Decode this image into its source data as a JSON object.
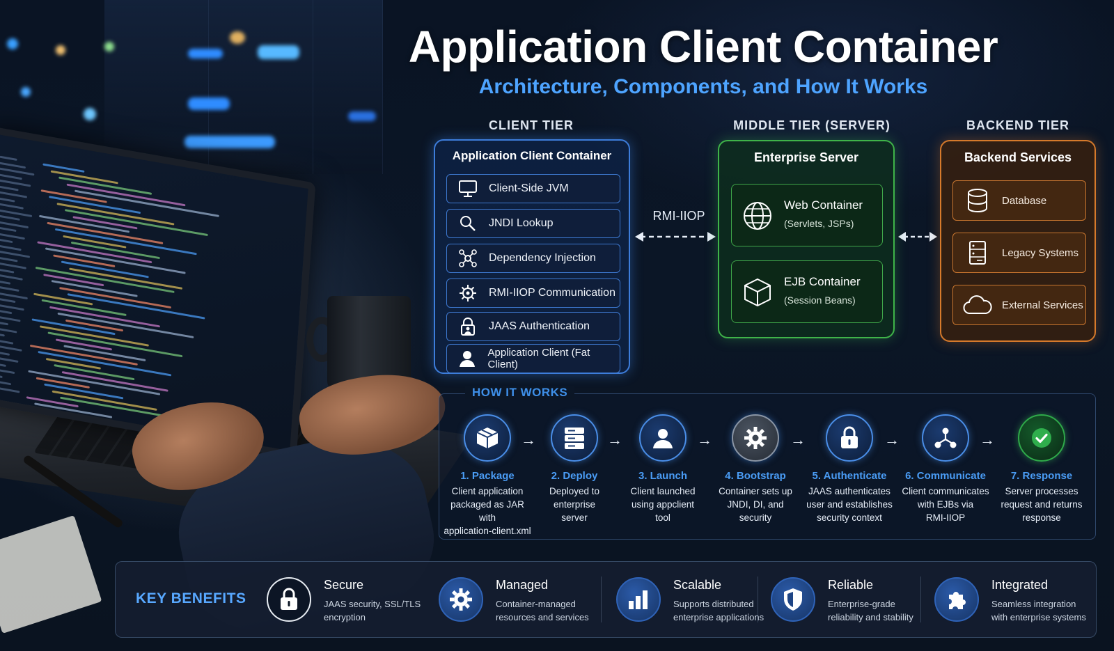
{
  "header": {
    "title": "Application Client Container",
    "subtitle": "Architecture, Components, and How It Works"
  },
  "client_tier": {
    "label": "CLIENT TIER",
    "panel_title": "Application Client Container",
    "items": [
      {
        "label": "Client-Side JVM",
        "icon": "monitor-icon"
      },
      {
        "label": "JNDI Lookup",
        "icon": "search-icon"
      },
      {
        "label": "Dependency Injection",
        "icon": "network-nodes-icon"
      },
      {
        "label": "RMI-IIOP Communication",
        "icon": "gear-network-icon"
      },
      {
        "label": "JAAS Authentication",
        "icon": "lock-user-icon"
      },
      {
        "label": "Application Client (Fat Client)",
        "icon": "user-icon"
      }
    ]
  },
  "connector": {
    "label": "RMI-IIOP"
  },
  "middle_tier": {
    "label": "MIDDLE TIER (SERVER)",
    "panel_title": "Enterprise Server",
    "items": [
      {
        "title": "Web Container",
        "detail": "(Servlets, JSPs)",
        "icon": "globe-icon"
      },
      {
        "title": "EJB Container",
        "detail": "(Session Beans)",
        "icon": "cube-icon"
      }
    ]
  },
  "backend_tier": {
    "label": "BACKEND TIER",
    "panel_title": "Backend Services",
    "items": [
      {
        "label": "Database",
        "icon": "database-icon"
      },
      {
        "label": "Legacy Systems",
        "icon": "server-icon"
      },
      {
        "label": "External Services",
        "icon": "cloud-icon"
      }
    ]
  },
  "how_it_works": {
    "title": "HOW IT WORKS",
    "steps": [
      {
        "title": "1. Package",
        "lines": [
          "Client application",
          "packaged as JAR",
          "with",
          "application-client.xml"
        ],
        "icon": "package-icon"
      },
      {
        "title": "2. Deploy",
        "lines": [
          "Deployed to",
          "enterprise",
          "server"
        ],
        "icon": "server-stack-icon"
      },
      {
        "title": "3. Launch",
        "lines": [
          "Client launched",
          "using appclient",
          "tool"
        ],
        "icon": "user-icon"
      },
      {
        "title": "4. Bootstrap",
        "lines": [
          "Container sets up",
          "JNDI, DI, and",
          "security"
        ],
        "icon": "gear-icon"
      },
      {
        "title": "5. Authenticate",
        "lines": [
          "JAAS authenticates",
          "user and establishes",
          "security context"
        ],
        "icon": "lock-icon"
      },
      {
        "title": "6. Communicate",
        "lines": [
          "Client communicates",
          "with EJBs via",
          "RMI-IIOP"
        ],
        "icon": "share-nodes-icon"
      },
      {
        "title": "7. Response",
        "lines": [
          "Server processes",
          "request and returns",
          "response"
        ],
        "icon": "check-icon"
      }
    ]
  },
  "key_benefits": {
    "label": "KEY BENEFITS",
    "items": [
      {
        "title": "Secure",
        "lines": [
          "JAAS security, SSL/TLS",
          "encryption"
        ],
        "icon": "lock-icon"
      },
      {
        "title": "Managed",
        "lines": [
          "Container-managed",
          "resources and services"
        ],
        "icon": "gear-icon"
      },
      {
        "title": "Scalable",
        "lines": [
          "Supports distributed",
          "enterprise applications"
        ],
        "icon": "bar-chart-icon"
      },
      {
        "title": "Reliable",
        "lines": [
          "Enterprise-grade",
          "reliability and stability"
        ],
        "icon": "shield-icon"
      },
      {
        "title": "Integrated",
        "lines": [
          "Seamless integration",
          "with enterprise systems"
        ],
        "icon": "puzzle-icon"
      }
    ]
  },
  "colors": {
    "client_accent": "#3d7ddb",
    "server_accent": "#3fb449",
    "backend_accent": "#d67a2b",
    "subtitle": "#4ea4ff"
  }
}
